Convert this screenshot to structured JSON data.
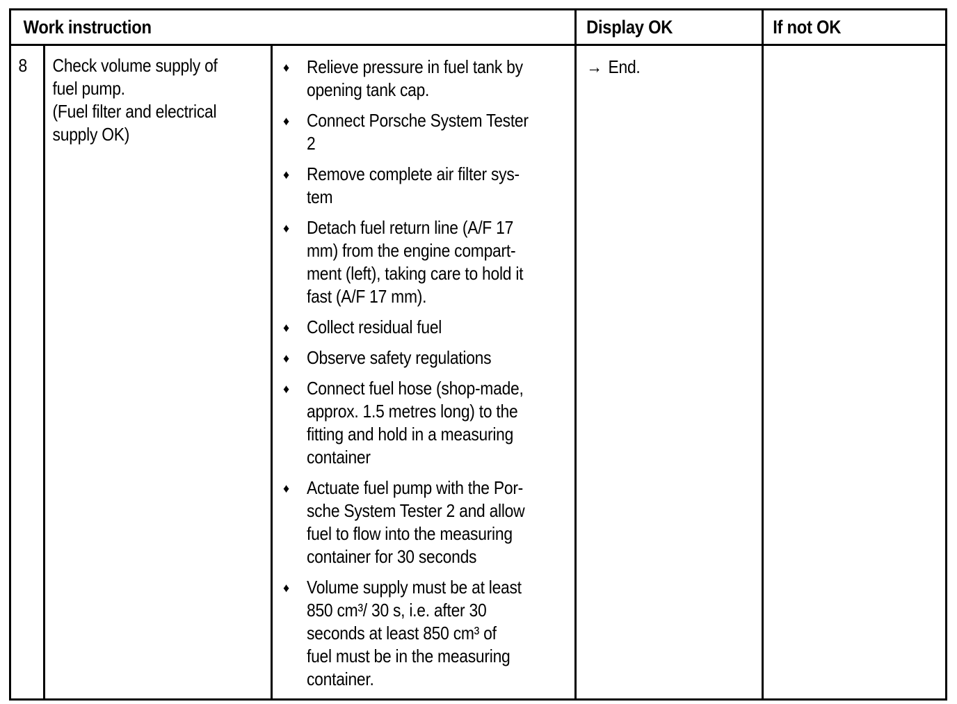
{
  "colors": {
    "text": "#000000",
    "border": "#000000",
    "background": "#ffffff"
  },
  "table": {
    "header": {
      "work_instruction": "Work instruction",
      "display_ok": "Display OK",
      "if_not_ok": "If not OK"
    },
    "row": {
      "number": "8",
      "instruction": "Check volume supply of\nfuel pump.\n(Fuel filter and electrical\nsupply OK)",
      "bullet_glyph": "♦",
      "steps": [
        "Relieve pressure in fuel tank by\nopening tank cap.",
        "Connect Porsche System Tester\n2",
        "Remove complete air filter sys-\ntem",
        "Detach fuel return line (A/F 17\nmm) from the engine compart-\nment (left), taking care to hold it\nfast (A/F 17 mm).",
        "Collect residual fuel",
        "Observe safety regulations",
        "Connect fuel hose (shop-made,\napprox. 1.5 metres long) to the\nfitting and hold in a measuring\ncontainer",
        "Actuate fuel pump with the Por-\nsche System Tester 2 and allow\nfuel to flow into the measuring\ncontainer for 30 seconds",
        "Volume supply must be at least\n850 cm³/ 30 s, i.e. after 30\nseconds at least 850 cm³ of\nfuel must be in the measuring\ncontainer."
      ],
      "display_ok_arrow": "→",
      "display_ok_text": "End."
    }
  }
}
